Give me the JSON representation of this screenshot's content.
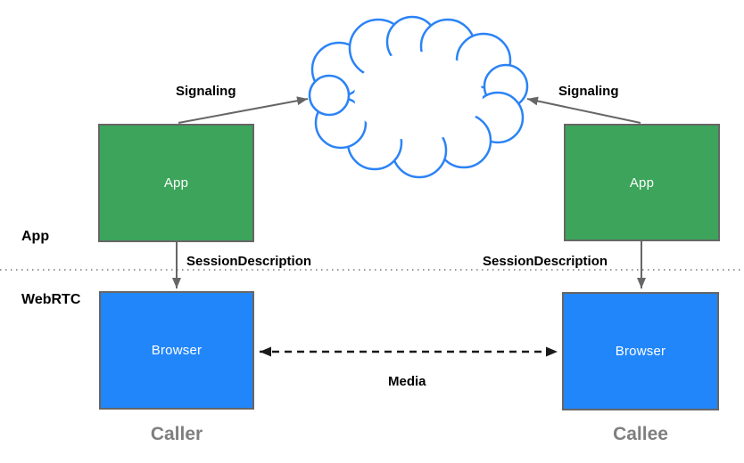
{
  "colors": {
    "app_node": "#3CA45B",
    "browser_node": "#2186FA",
    "cloud_stroke": "#2B83F6",
    "box_border": "#666666",
    "arrow_gray": "#666666",
    "arrow_black": "#1A1A1A",
    "divider": "#999999",
    "caption_gray": "#7F7F7F",
    "label_black": "#000000"
  },
  "layers": {
    "top": "App",
    "bottom": "WebRTC"
  },
  "nodes": {
    "caller_app": "App",
    "callee_app": "App",
    "caller_browser": "Browser",
    "callee_browser": "Browser"
  },
  "edges": {
    "signaling_left": "Signaling",
    "signaling_right": "Signaling",
    "session_description_left": "SessionDescription",
    "session_description_right": "SessionDescription",
    "media": "Media"
  },
  "captions": {
    "caller": "Caller",
    "callee": "Callee"
  }
}
